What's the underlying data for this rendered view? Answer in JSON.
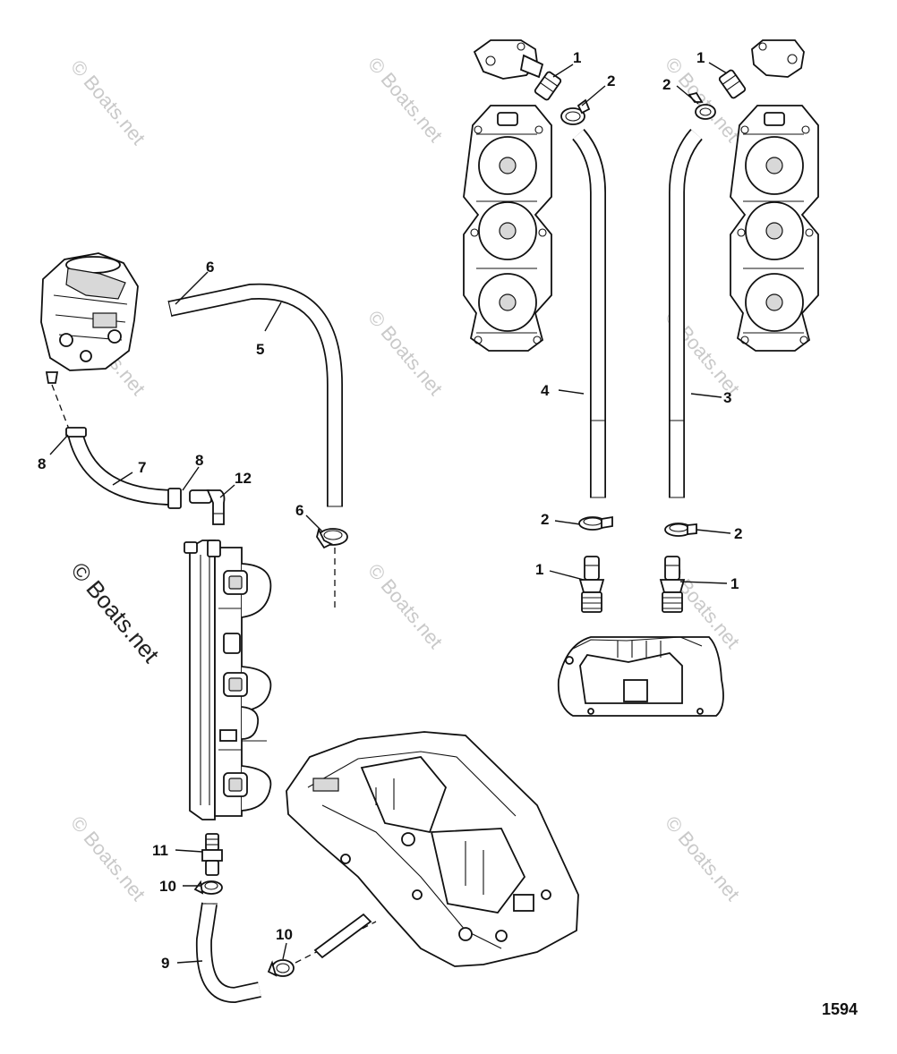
{
  "watermark": "© Boats.net",
  "figure_number": "1594",
  "callouts": {
    "top_left_fitting": "1",
    "top_left_clamp": "2",
    "top_right_fitting": "1",
    "top_right_clamp": "2",
    "hose_6_top": "6",
    "hose_5": "5",
    "hose_4": "4",
    "hose_3": "3",
    "hose_8_left": "8",
    "hose_7": "7",
    "hose_8_right": "8",
    "elbow_12": "12",
    "clamp_6_bottom": "6",
    "clamp_2_left": "2",
    "clamp_2_right": "2",
    "fitting_1_left": "1",
    "fitting_1_right": "1",
    "fitting_11": "11",
    "clamp_10_left": "10",
    "clamp_10_right": "10",
    "hose_9": "9"
  }
}
